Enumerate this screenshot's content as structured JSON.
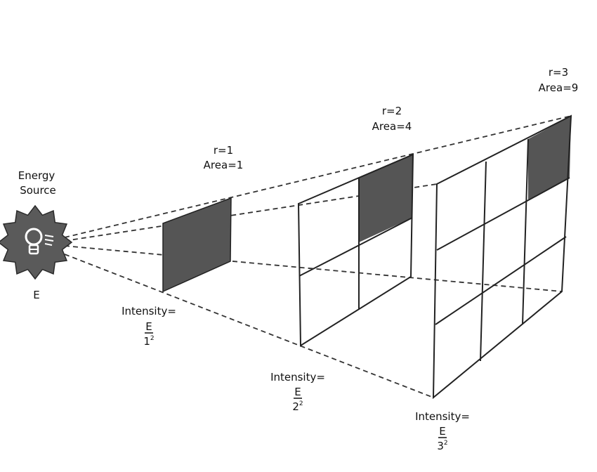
{
  "source": {
    "label_line1": "Energy",
    "label_line2": "Source",
    "symbol": "E",
    "icon": "lightbulb-sunburst-icon"
  },
  "panels": [
    {
      "r_label": "r=1",
      "area_label": "Area=1",
      "intensity_label": "Intensity=",
      "numerator": "E",
      "denominator_base": "1",
      "denominator_exp": "2",
      "grid": 1
    },
    {
      "r_label": "r=2",
      "area_label": "Area=4",
      "intensity_label": "Intensity=",
      "numerator": "E",
      "denominator_base": "2",
      "denominator_exp": "2",
      "grid": 2
    },
    {
      "r_label": "r=3",
      "area_label": "Area=9",
      "intensity_label": "Intensity=",
      "numerator": "E",
      "denominator_base": "3",
      "denominator_exp": "2",
      "grid": 3
    }
  ],
  "colors": {
    "shade": "#555555",
    "line": "#222222",
    "text": "#111111",
    "background": "#ffffff"
  }
}
